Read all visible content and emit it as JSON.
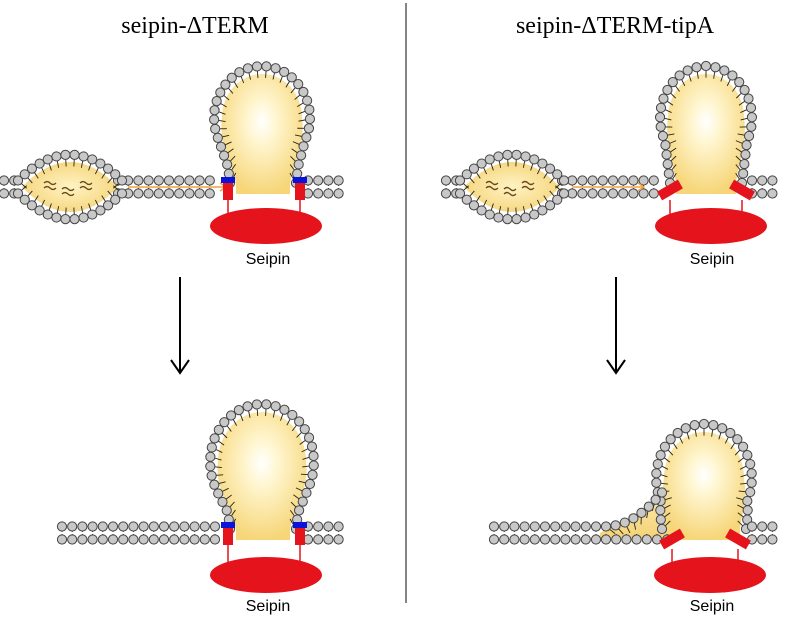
{
  "titles": {
    "left": "seipin-ΔTERM",
    "right": "seipin-ΔTERM-tipA"
  },
  "labels": {
    "seipin": "Seipin"
  },
  "colors": {
    "lipid_head_fill": "#c8c8c8",
    "lipid_head_stroke": "#444444",
    "droplet_center": "#ffffff",
    "droplet_edge": "#f7dc8a",
    "seipin": "#e5131b",
    "blue_tip": "#0a14d8",
    "arrow": "#000000",
    "divider": "#333333",
    "flow_arrow": "#f0a040",
    "wavy": "#6b4a1a"
  },
  "icons": {
    "process_arrow": "down-arrow-icon",
    "divider": "vertical-divider"
  }
}
